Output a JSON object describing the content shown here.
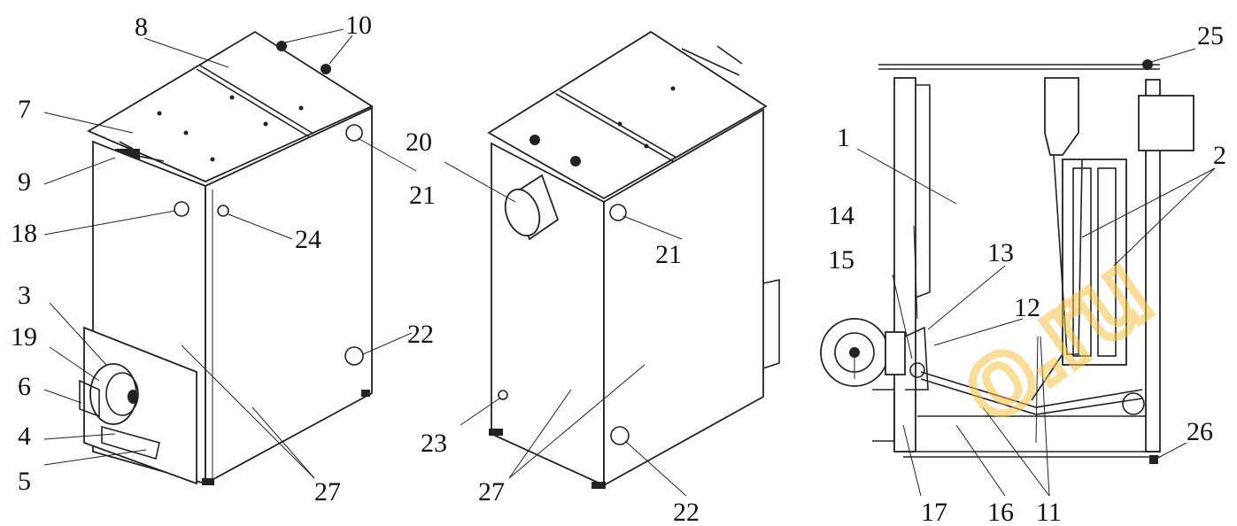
{
  "diagram": {
    "watermark_text": "o.ru",
    "callouts": [
      {
        "id": "c8",
        "text": "8"
      },
      {
        "id": "c10",
        "text": "10"
      },
      {
        "id": "c7",
        "text": "7"
      },
      {
        "id": "c9",
        "text": "9"
      },
      {
        "id": "c18",
        "text": "18"
      },
      {
        "id": "c24",
        "text": "24"
      },
      {
        "id": "c21a",
        "text": "21"
      },
      {
        "id": "c3",
        "text": "3"
      },
      {
        "id": "c19",
        "text": "19"
      },
      {
        "id": "c6",
        "text": "6"
      },
      {
        "id": "c4",
        "text": "4"
      },
      {
        "id": "c5",
        "text": "5"
      },
      {
        "id": "c22a",
        "text": "22"
      },
      {
        "id": "c27a",
        "text": "27"
      },
      {
        "id": "c20",
        "text": "20"
      },
      {
        "id": "c21b",
        "text": "21"
      },
      {
        "id": "c23",
        "text": "23"
      },
      {
        "id": "c27b",
        "text": "27"
      },
      {
        "id": "c22b",
        "text": "22"
      },
      {
        "id": "c25",
        "text": "25"
      },
      {
        "id": "c1",
        "text": "1"
      },
      {
        "id": "c2",
        "text": "2"
      },
      {
        "id": "c14",
        "text": "14"
      },
      {
        "id": "c13",
        "text": "13"
      },
      {
        "id": "c15",
        "text": "15"
      },
      {
        "id": "c12",
        "text": "12"
      },
      {
        "id": "c26",
        "text": "26"
      },
      {
        "id": "c17",
        "text": "17"
      },
      {
        "id": "c16",
        "text": "16"
      },
      {
        "id": "c11",
        "text": "11"
      }
    ]
  }
}
